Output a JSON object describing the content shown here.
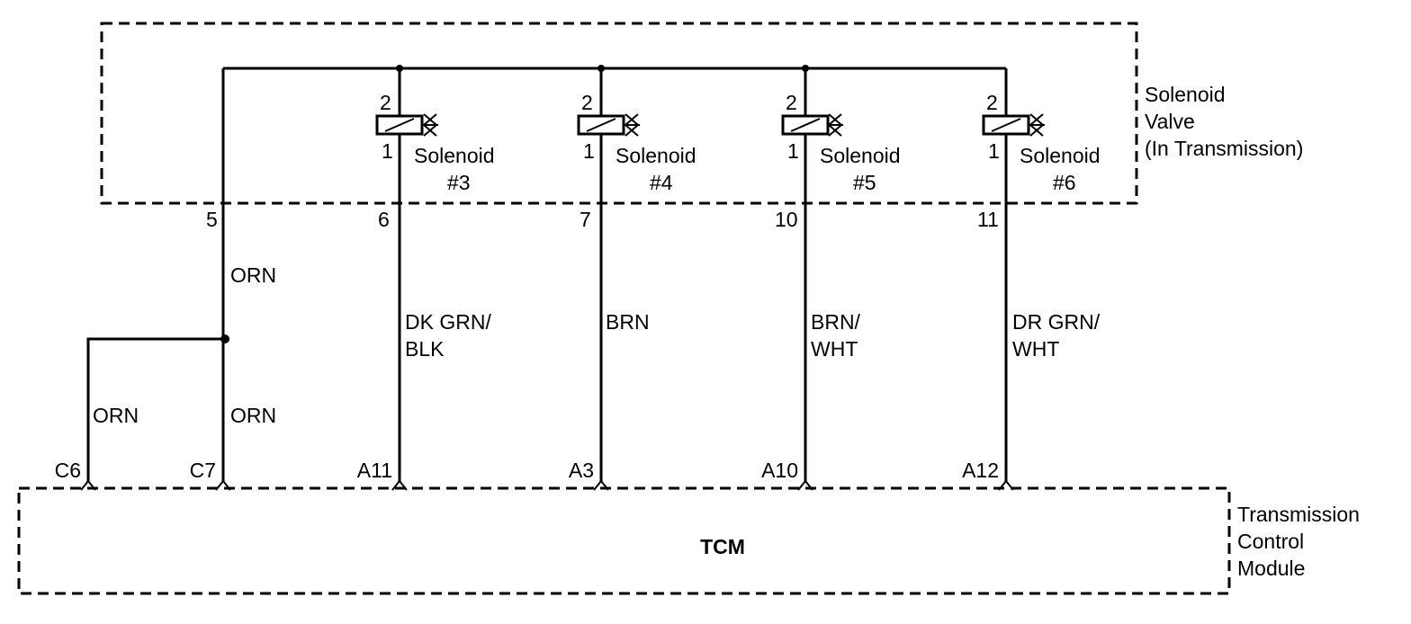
{
  "modules": {
    "solenoid_valve": {
      "label_lines": [
        "Solenoid",
        "Valve",
        "(In Transmission)"
      ]
    },
    "tcm": {
      "name": "TCM",
      "label_lines": [
        "Transmission",
        "Control",
        "Module"
      ]
    }
  },
  "solenoids": [
    {
      "name": "Solenoid",
      "number": "#3",
      "pin_top": "2",
      "pin_bottom": "1",
      "connector_pin": "6",
      "tcm_terminal": "A11",
      "wire_color": [
        "DK GRN/",
        "BLK"
      ]
    },
    {
      "name": "Solenoid",
      "number": "#4",
      "pin_top": "2",
      "pin_bottom": "1",
      "connector_pin": "7",
      "tcm_terminal": "A3",
      "wire_color": [
        "BRN"
      ]
    },
    {
      "name": "Solenoid",
      "number": "#5",
      "pin_top": "2",
      "pin_bottom": "1",
      "connector_pin": "10",
      "tcm_terminal": "A10",
      "wire_color": [
        "BRN/",
        "WHT"
      ]
    },
    {
      "name": "Solenoid",
      "number": "#6",
      "pin_top": "2",
      "pin_bottom": "1",
      "connector_pin": "11",
      "tcm_terminal": "A12",
      "wire_color": [
        "DR GRN/",
        "WHT"
      ]
    }
  ],
  "feed": {
    "connector_pin": "5",
    "wire_color_upper": "ORN",
    "wire_color_lower": "ORN",
    "branch_wire_color": "ORN",
    "tcm_terminal_main": "C7",
    "tcm_terminal_branch": "C6"
  }
}
